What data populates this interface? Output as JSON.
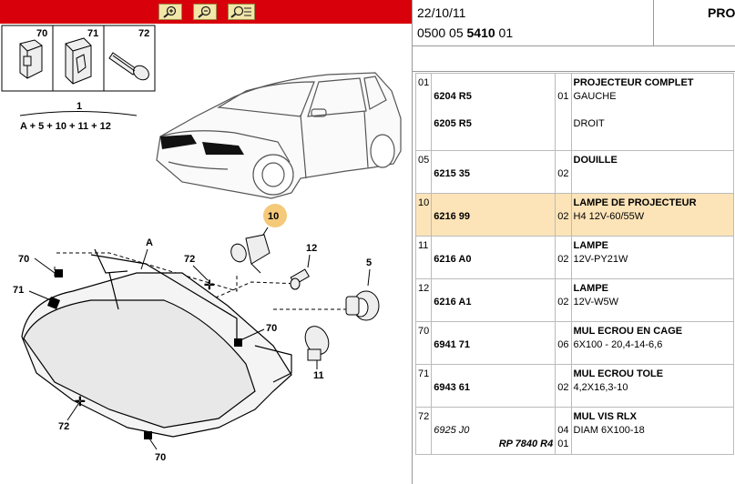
{
  "header": {
    "date": "22/10/11",
    "ref_prefix": "0500 05",
    "ref_bold": "5410",
    "ref_suffix": "01",
    "pro_label": "PRO"
  },
  "toolbar": {
    "zoom_in": "zoom-in",
    "zoom_out": "zoom-out",
    "zoom_fit": "zoom-fit"
  },
  "diagram": {
    "top_callouts": [
      "70",
      "71",
      "72"
    ],
    "formula_number": "1",
    "formula": "A + 5 + 10 + 11 + 12",
    "callouts": {
      "c10": "10",
      "cA": "A",
      "c70a": "70",
      "c71": "71",
      "c72a": "72",
      "c12": "12",
      "c5": "5",
      "c70b": "70",
      "c11": "11",
      "c72b": "72",
      "c70c": "70"
    }
  },
  "parts": [
    {
      "pos": "01",
      "lines": [
        {
          "ref": "6204 R5",
          "qty": "01",
          "text": "GAUCHE"
        },
        {
          "ref": "6205 R5",
          "qty": "",
          "text": "DROIT"
        }
      ],
      "title": "PROJECTEUR COMPLET",
      "selected": false
    },
    {
      "pos": "05",
      "ref": "6215 35",
      "qty": "02",
      "title": "DOUILLE",
      "detail": "",
      "selected": false
    },
    {
      "pos": "10",
      "ref": "6216 99",
      "qty": "02",
      "title": "LAMPE DE PROJECTEUR",
      "detail": "H4 12V-60/55W",
      "selected": true
    },
    {
      "pos": "11",
      "ref": "6216 A0",
      "qty": "02",
      "title": "LAMPE",
      "detail": "12V-PY21W",
      "selected": false
    },
    {
      "pos": "12",
      "ref": "6216 A1",
      "qty": "02",
      "title": "LAMPE",
      "detail": "12V-W5W",
      "selected": false
    },
    {
      "pos": "70",
      "ref": "6941 71",
      "qty": "06",
      "title": "MUL ECROU EN CAGE",
      "detail": "6X100 - 20,4-14-6,6",
      "selected": false
    },
    {
      "pos": "71",
      "ref": "6943 61",
      "qty": "02",
      "title": "MUL ECROU TOLE",
      "detail": "4,2X16,3-10",
      "selected": false
    },
    {
      "pos": "72",
      "ref": "6925 J0",
      "qty": "04",
      "title": "MUL VIS RLX",
      "detail": "DIAM 6X100-18",
      "rp": "RP 7840 R4",
      "rp_qty": "01",
      "selected": false
    }
  ]
}
